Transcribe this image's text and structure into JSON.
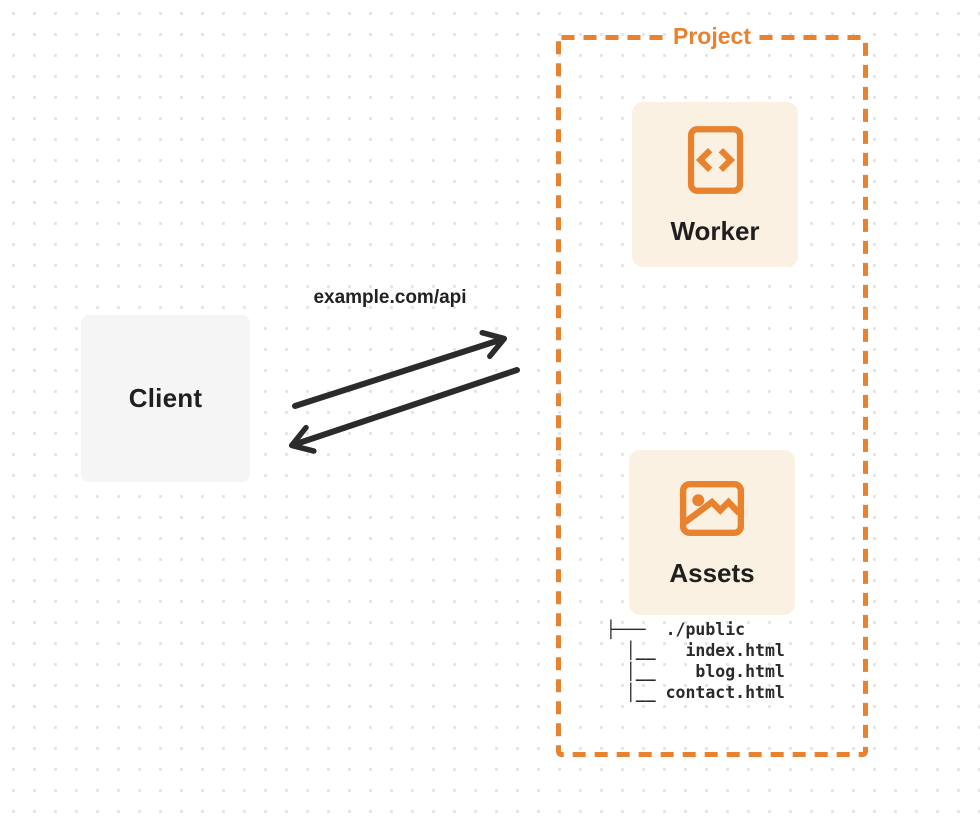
{
  "diagram": {
    "client": {
      "label": "Client"
    },
    "request": {
      "label": "example.com/api"
    },
    "project": {
      "label": "Project",
      "worker": {
        "label": "Worker",
        "icon": "code-file-icon"
      },
      "assets": {
        "label": "Assets",
        "icon": "image-icon"
      },
      "file_tree": {
        "lines": [
          "├───  ./public",
          "  │__   index.html",
          "  │__    blog.html",
          "  │__ contact.html"
        ]
      }
    },
    "colors": {
      "accent_orange": "#e9822f",
      "card_cream": "#fbf1e2",
      "client_gray": "#f5f5f6",
      "arrow_dark": "#2b2b2b",
      "dot_grid": "#e4e4e7"
    }
  }
}
